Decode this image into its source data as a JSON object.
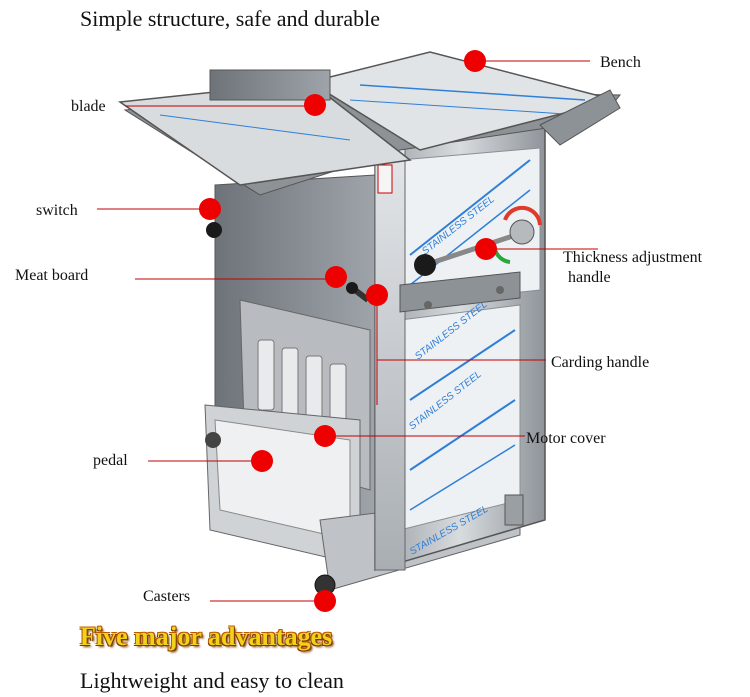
{
  "heading": "Simple structure, safe and durable",
  "labels": {
    "bench": "Bench",
    "blade": "blade",
    "switch": "switch",
    "thickness_line1": "Thickness adjustment",
    "thickness_line2": "handle",
    "meat_board": "Meat board",
    "carding_handle": "Carding handle",
    "motor_cover": "Motor cover",
    "pedal": "pedal",
    "casters": "Casters"
  },
  "panel_text": "STAINLESS STEEL",
  "advantages_title": "Five major advantages",
  "footer_text": "Lightweight and easy to clean",
  "colors": {
    "marker": "#ee0000",
    "steel": "#c9cdd1",
    "stripe": "#2f7fd8",
    "advantages_fill": "#f0d21a"
  }
}
